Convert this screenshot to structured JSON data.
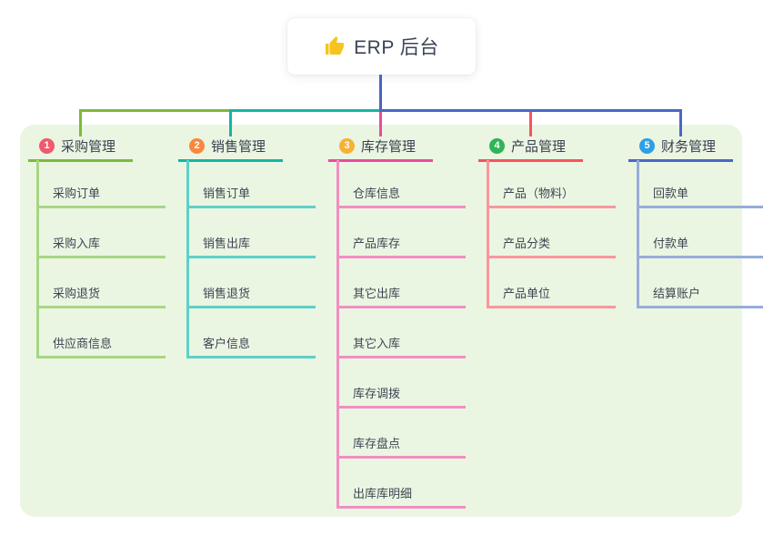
{
  "root": {
    "title": "ERP 后台",
    "icon": "thumbs-up-icon",
    "icon_color": "#f7c31d"
  },
  "colors": {
    "page_bg": "#ffffff",
    "panel_bg": "#eaf6e2",
    "stem_blue": "#4a63c5",
    "title_text": "#3b4356",
    "branch_text": "#3b4150",
    "child_text": "#3f4554"
  },
  "branches": [
    {
      "index": "1",
      "label": "采购管理",
      "badge_color": "#ef5a6e",
      "line_color": "#7cb93e",
      "child_line_color": "#a9d584",
      "children": [
        "采购订单",
        "采购入库",
        "采购退货",
        "供应商信息"
      ]
    },
    {
      "index": "2",
      "label": "销售管理",
      "badge_color": "#f8883e",
      "line_color": "#14b5a8",
      "child_line_color": "#5fd0c7",
      "children": [
        "销售订单",
        "销售出库",
        "销售退货",
        "客户信息"
      ]
    },
    {
      "index": "3",
      "label": "库存管理",
      "badge_color": "#f6b234",
      "line_color": "#e94b9e",
      "child_line_color": "#f28ec2",
      "children": [
        "仓库信息",
        "产品库存",
        "其它出库",
        "其它入库",
        "库存调拨",
        "库存盘点",
        "出库库明细"
      ]
    },
    {
      "index": "4",
      "label": "产品管理",
      "badge_color": "#2fb457",
      "line_color": "#f8525f",
      "child_line_color": "#f9969d",
      "children": [
        "产品（物料）",
        "产品分类",
        "产品单位"
      ]
    },
    {
      "index": "5",
      "label": "财务管理",
      "badge_color": "#2ea0e4",
      "line_color": "#4a68c4",
      "child_line_color": "#97add9",
      "children": [
        "回款单",
        "付款单",
        "结算账户"
      ]
    }
  ]
}
